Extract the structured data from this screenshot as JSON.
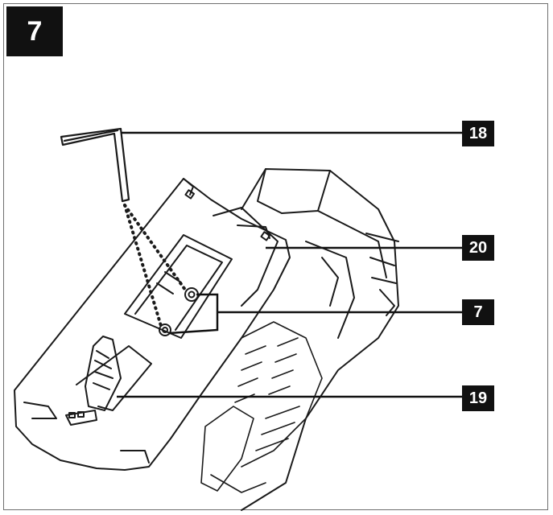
{
  "figure": {
    "number": "7",
    "callouts": [
      {
        "id": "c18",
        "label": "18"
      },
      {
        "id": "c20",
        "label": "20"
      },
      {
        "id": "c7",
        "label": "7"
      },
      {
        "id": "c19",
        "label": "19"
      }
    ]
  }
}
